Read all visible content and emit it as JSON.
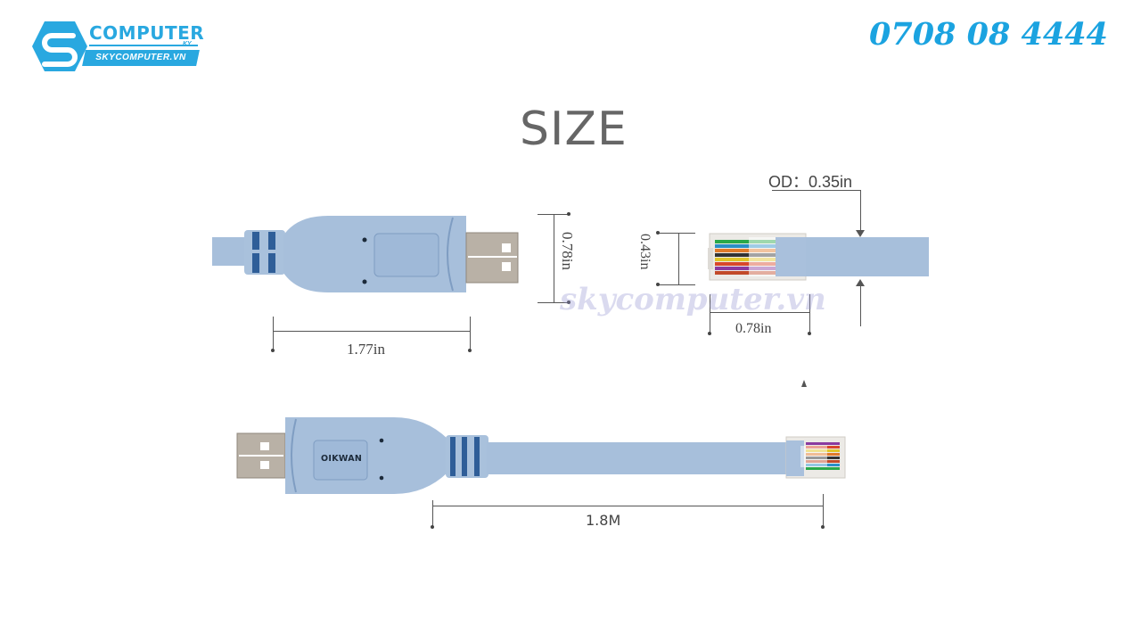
{
  "header": {
    "logo": {
      "brand": "COMPUTER",
      "brand_suffix": "KY",
      "domain": "SKYCOMPUTER.VN",
      "color": "#29a8e0"
    },
    "phone": "0708 08 4444",
    "phone_color": "#1ba3e0"
  },
  "title": "SIZE",
  "watermark": "skycomputer.vn",
  "diagram": {
    "usb_connector_top": {
      "length_label": "1.77in",
      "height_label": "0.78in"
    },
    "rj45_connector": {
      "od_label": "OD：0.35in",
      "height_label": "0.43in",
      "length_label": "0.78in"
    },
    "full_cable": {
      "brand_label": "OIKWAN",
      "length_label": "1.8M"
    }
  },
  "colors": {
    "cable_body": "#a7bfdb",
    "cable_dark_ring": "#2f5e98",
    "title_gray": "#666666"
  }
}
